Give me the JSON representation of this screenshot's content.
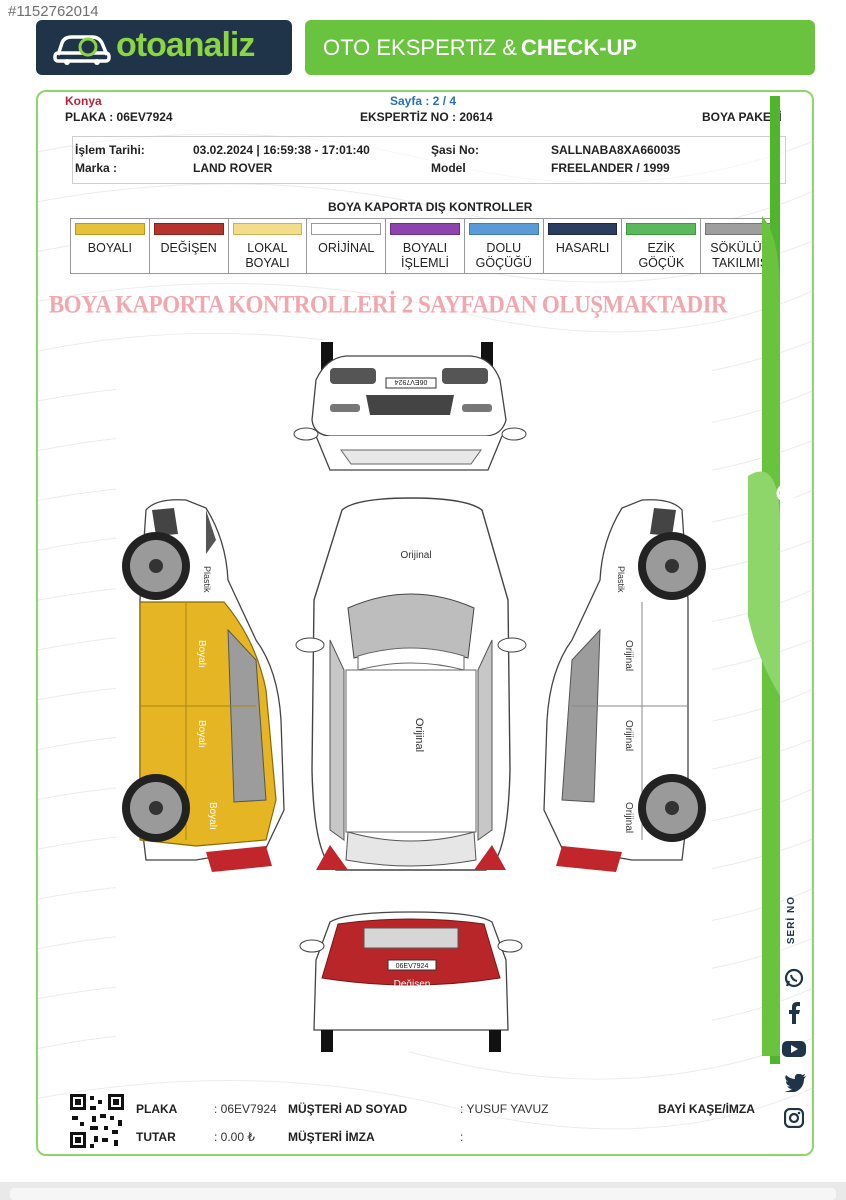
{
  "page_id": "#1152762014",
  "brand": {
    "logo_text": "otoanaliz",
    "tagline_regular": "OTO EKSPERTiZ &",
    "tagline_bold": "CHECK-UP"
  },
  "colors": {
    "brand_dark": "#1f3349",
    "brand_green": "#6ac33f",
    "accent_red": "#b3263b",
    "accent_blue": "#2b6fb3",
    "painted": "#e6b523",
    "replaced": "#b8262a"
  },
  "report": {
    "city": "Konya",
    "plate_label": "PLAKA : 06EV7924",
    "page": "Sayfa : 2 / 4",
    "expertise_no": "EKSPERTİZ NO : 20614",
    "package": "BOYA PAKETİ",
    "date_label": "İşlem Tarihi:",
    "date_value": "03.02.2024 | 16:59:38 - 17:01:40",
    "chassis_label": "Şasi No:",
    "chassis_value": "SALLNABA8XA660035",
    "brand_label": "Marka :",
    "brand_value": "LAND ROVER",
    "model_label": "Model",
    "model_value": "FREELANDER / 1999"
  },
  "legend_title": "BOYA KAPORTA DIŞ KONTROLLER",
  "legend": [
    {
      "line1": "BOYALI",
      "line2": "",
      "color": "#e6c23a"
    },
    {
      "line1": "DEĞİŞEN",
      "line2": "",
      "color": "#b5352e"
    },
    {
      "line1": "LOKAL",
      "line2": "BOYALI",
      "color": "#f4dd8a"
    },
    {
      "line1": "ORİJİNAL",
      "line2": "",
      "color": "#ffffff"
    },
    {
      "line1": "BOYALI",
      "line2": "İŞLEMLİ",
      "color": "#8e44ad"
    },
    {
      "line1": "DOLU",
      "line2": "GÖÇÜĞÜ",
      "color": "#5b9bd5"
    },
    {
      "line1": "HASARLI",
      "line2": "",
      "color": "#2c3e60"
    },
    {
      "line1": "EZİK",
      "line2": "GÖÇÜK",
      "color": "#5cb85c"
    },
    {
      "line1": "SÖKÜLÜP",
      "line2": "TAKILMIŞ",
      "color": "#9e9e9e"
    }
  ],
  "banner": "BOYA KAPORTA KONTROLLERİ 2 SAYFADAN OLUŞMAKTADIR",
  "diagram": {
    "front_plate": "06EV7924",
    "rear_plate": "06EV7924",
    "roof_label": "Orijinal",
    "hood_label": "Orijinal",
    "rear_label": "Değişen",
    "left_labels": [
      "Plastik",
      "Boyalı",
      "Boyalı",
      "Boyalı"
    ],
    "right_labels": [
      "Plastik",
      "Orijinal",
      "Orijinal",
      "Orijinal"
    ]
  },
  "sidebar": {
    "serial": "SERİ NO"
  },
  "footer": {
    "plate_label": "PLAKA",
    "plate_value": ": 06EV7924",
    "amount_label": "TUTAR",
    "amount_value": ": 0.00 ₺",
    "customer_label": "MÜŞTERİ AD SOYAD",
    "customer_value": ": YUSUF YAVUZ",
    "signature_label": "MÜŞTERİ İMZA",
    "signature_value": ":",
    "dealer_label": "BAYİ KAŞE/İMZA"
  }
}
